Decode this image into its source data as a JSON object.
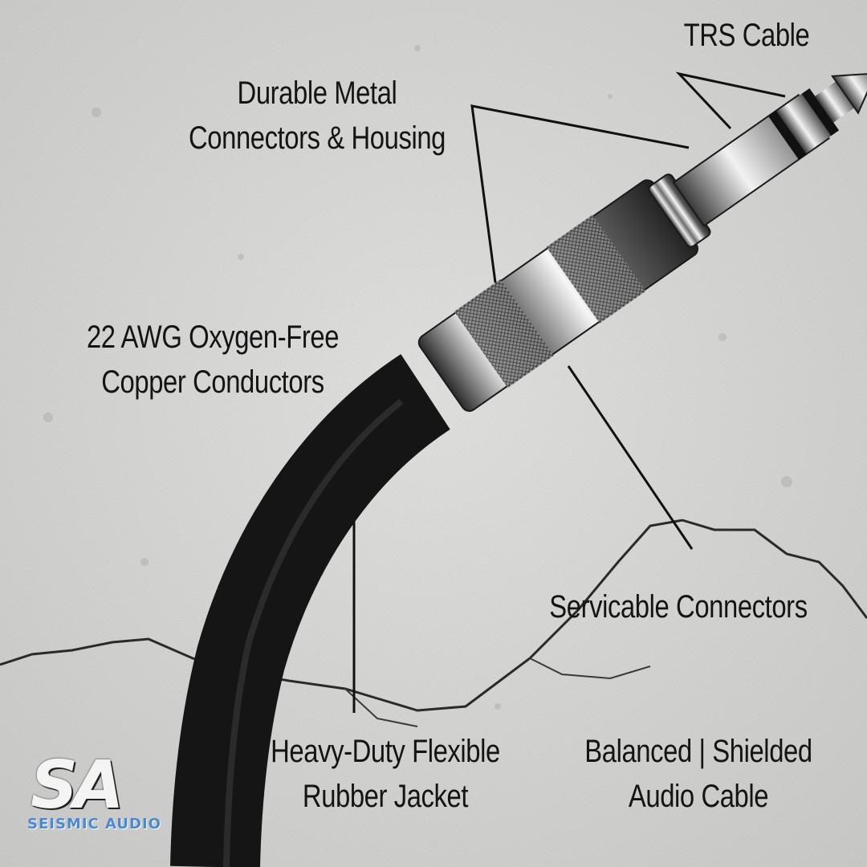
{
  "labels": {
    "trs_cable": "TRS Cable",
    "metal_line1": "Durable Metal",
    "metal_line2": "Connectors & Housing",
    "copper_line1": "22  AWG Oxygen-Free",
    "copper_line2": "Copper Conductors",
    "servicable": "Servicable Connectors",
    "jacket_line1": "Heavy-Duty Flexible",
    "jacket_line2": "Rubber Jacket",
    "balanced_line1": "Balanced | Shielded",
    "balanced_line2": "Audio Cable"
  },
  "logo": {
    "mark": "SA",
    "wordmark": "SEISMIC AUDIO"
  },
  "colors": {
    "background": "#d9d9d7",
    "cable": "#151515",
    "text": "#141414",
    "logo_accent": "#4a8ad4"
  }
}
